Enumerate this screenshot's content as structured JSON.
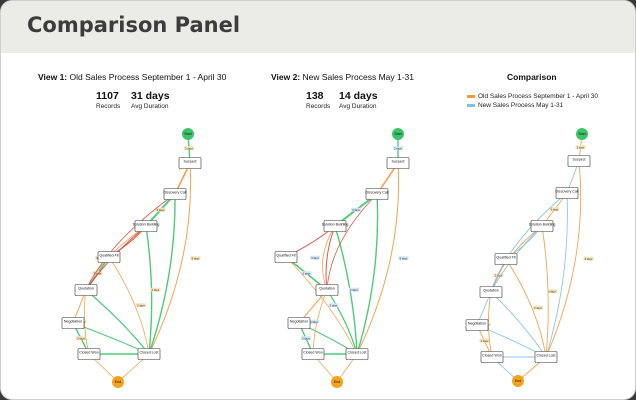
{
  "header": {
    "title": "Comparison Panel"
  },
  "views": [
    {
      "prefix": "View 1:",
      "title": "Old Sales Process September 1 - April 30",
      "records_value": "1107",
      "records_label": "Records",
      "duration_value": "31 days",
      "duration_label": "Avg Duration",
      "color": "#f39a3a"
    },
    {
      "prefix": "View 2:",
      "title": "New Sales Process May 1-31",
      "records_value": "138",
      "records_label": "Records",
      "duration_value": "14 days",
      "duration_label": "Avg Duration",
      "color": "#7fbfe9"
    }
  ],
  "comparison": {
    "title": "Comparison",
    "legend": [
      {
        "label": "Old Sales Process September 1 - April 30",
        "color": "#f39a3a"
      },
      {
        "label": "New Sales Process May 1-31",
        "color": "#7fbfe9"
      }
    ]
  },
  "process": {
    "start_label": "Start",
    "end_label": "End",
    "nodes": [
      "Suspect",
      "Discovery Call",
      "Solution Building",
      "Qualified Fit",
      "Quotation",
      "Negotiation",
      "Closed Won",
      "Closed Lost"
    ]
  },
  "colors": {
    "start": "#3cc46a",
    "end": "#f6a21c",
    "green_edge": "#3cc46a",
    "red_edge": "#d9453b",
    "orange_edge": "#f39a3a",
    "blue_edge": "#7fbfe9"
  }
}
